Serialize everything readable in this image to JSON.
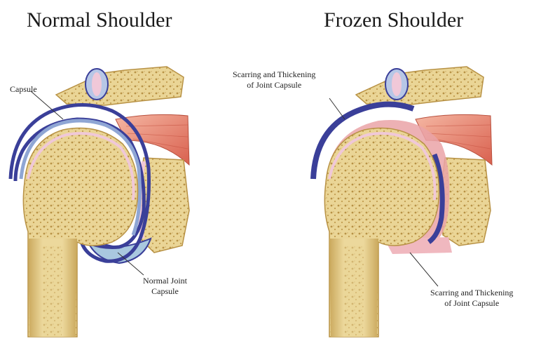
{
  "left_panel": {
    "title": "Normal Shoulder",
    "label_capsule": "Capsule",
    "label_normal_line1": "Normal Joint",
    "label_normal_line2": "Capsule"
  },
  "right_panel": {
    "title": "Frozen Shoulder",
    "label_top_line1": "Scarring and Thickening",
    "label_top_line2": "of Joint Capsule",
    "label_bottom_line1": "Scarring and Thickening",
    "label_bottom_line2": "of Joint Capsule"
  },
  "colors": {
    "bone": "#e9d394",
    "bone_dark": "#c9a95a",
    "capsule_blue": "#3a3f99",
    "capsule_light": "#8fa6d4",
    "cartilage": "#f0c8d8",
    "scar_pink": "#eaa3a7",
    "muscle": "#e07868",
    "fluid": "#a9c8df"
  }
}
